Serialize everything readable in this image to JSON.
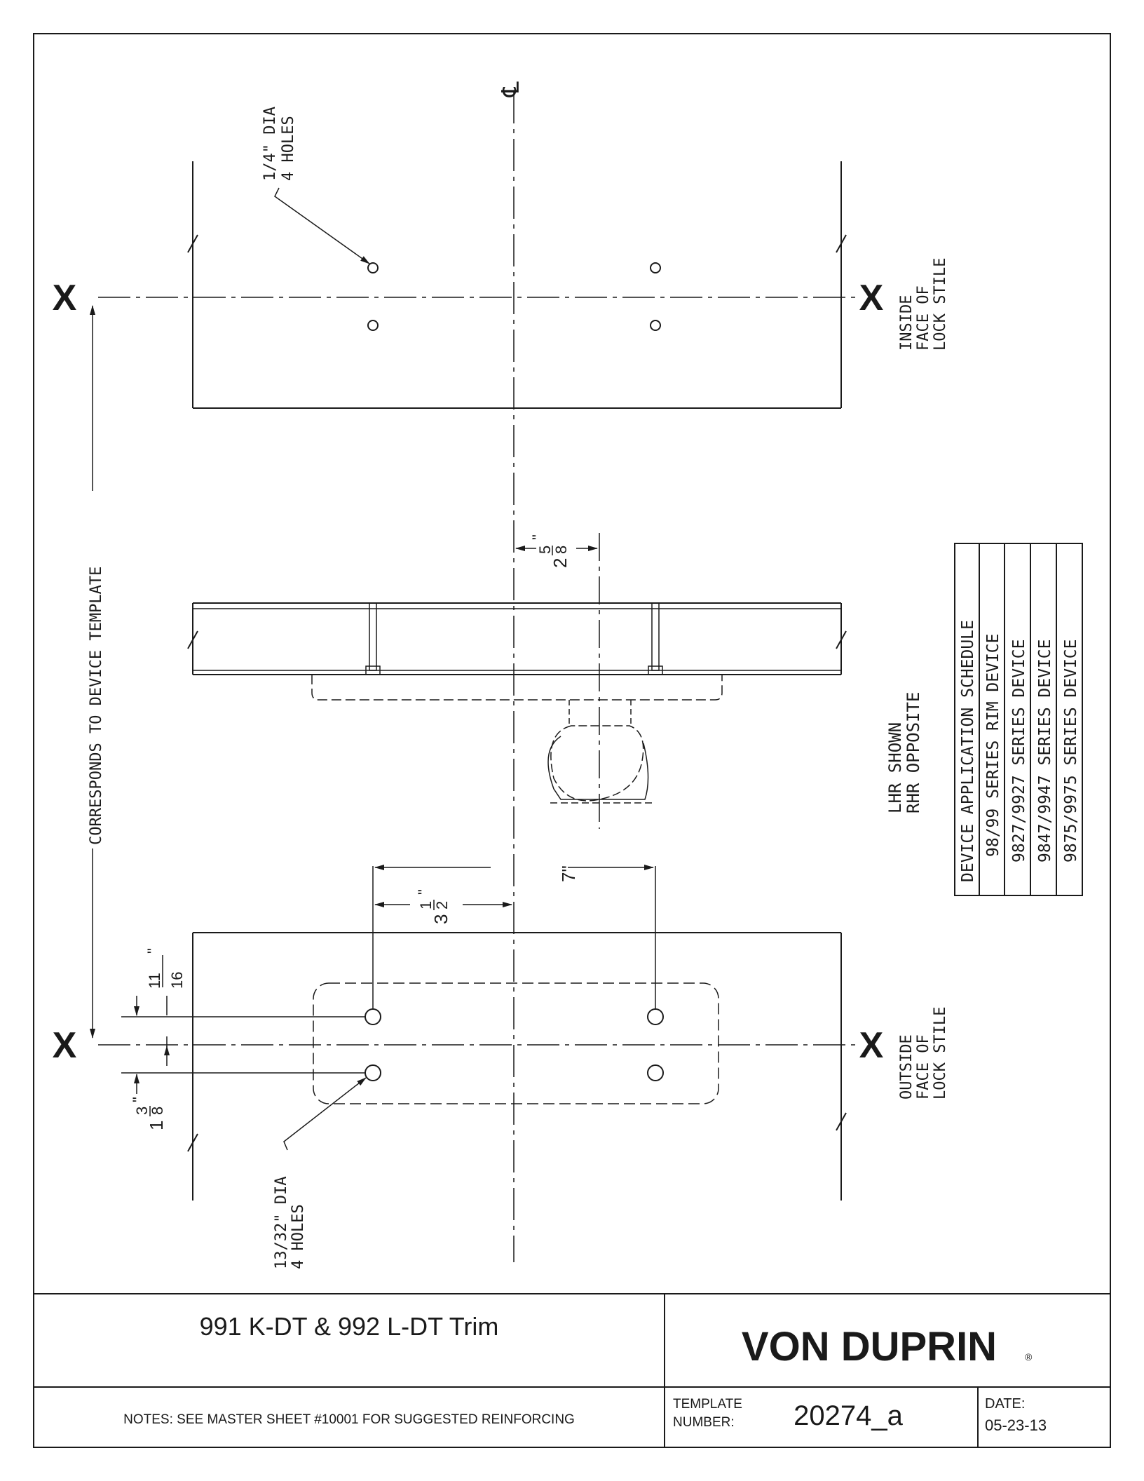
{
  "drawing": {
    "centerline_symbol": "℄",
    "labels": {
      "top_hole_note_line1": "1/4\" DIA",
      "top_hole_note_line2": "4 HOLES",
      "inside_face_line1": "INSIDE",
      "inside_face_line2": "FACE OF",
      "inside_face_line3": "LOCK STILE",
      "outside_face_line1": "OUTSIDE",
      "outside_face_line2": "FACE OF",
      "outside_face_line3": "LOCK STILE",
      "corresponds": "CORRESPONDS TO DEVICE TEMPLATE",
      "handing_line1": "LHR SHOWN",
      "handing_line2": "RHR OPPOSITE",
      "bottom_hole_note_line1": "13/32\" DIA",
      "bottom_hole_note_line2": "4 HOLES",
      "x_mark": "X"
    },
    "dimensions": {
      "offset_whole": "2",
      "offset_num": "5",
      "offset_den": "8",
      "spacing_7": "7\"",
      "half_whole": "3",
      "half_num": "1",
      "half_den": "2",
      "upper_num": "11",
      "upper_den": "16",
      "lower_whole": "1",
      "lower_num": "3",
      "lower_den": "8",
      "inch_mark": "\""
    },
    "schedule": {
      "title": "DEVICE APPLICATION SCHEDULE",
      "rows": [
        "98/99 SERIES RIM DEVICE",
        "9827/9927 SERIES DEVICE",
        "9847/9947 SERIES DEVICE",
        "9875/9975 SERIES DEVICE"
      ]
    }
  },
  "title_block": {
    "title": "991 K-DT & 992 L-DT Trim",
    "brand": "VON DUPRIN",
    "registered_mark": "®",
    "notes": "NOTES: SEE MASTER SHEET #10001 FOR SUGGESTED REINFORCING",
    "template_label_line1": "TEMPLATE",
    "template_label_line2": "NUMBER:",
    "template_number": "20274_a",
    "date_label": "DATE:",
    "date_value": "05-23-13"
  }
}
